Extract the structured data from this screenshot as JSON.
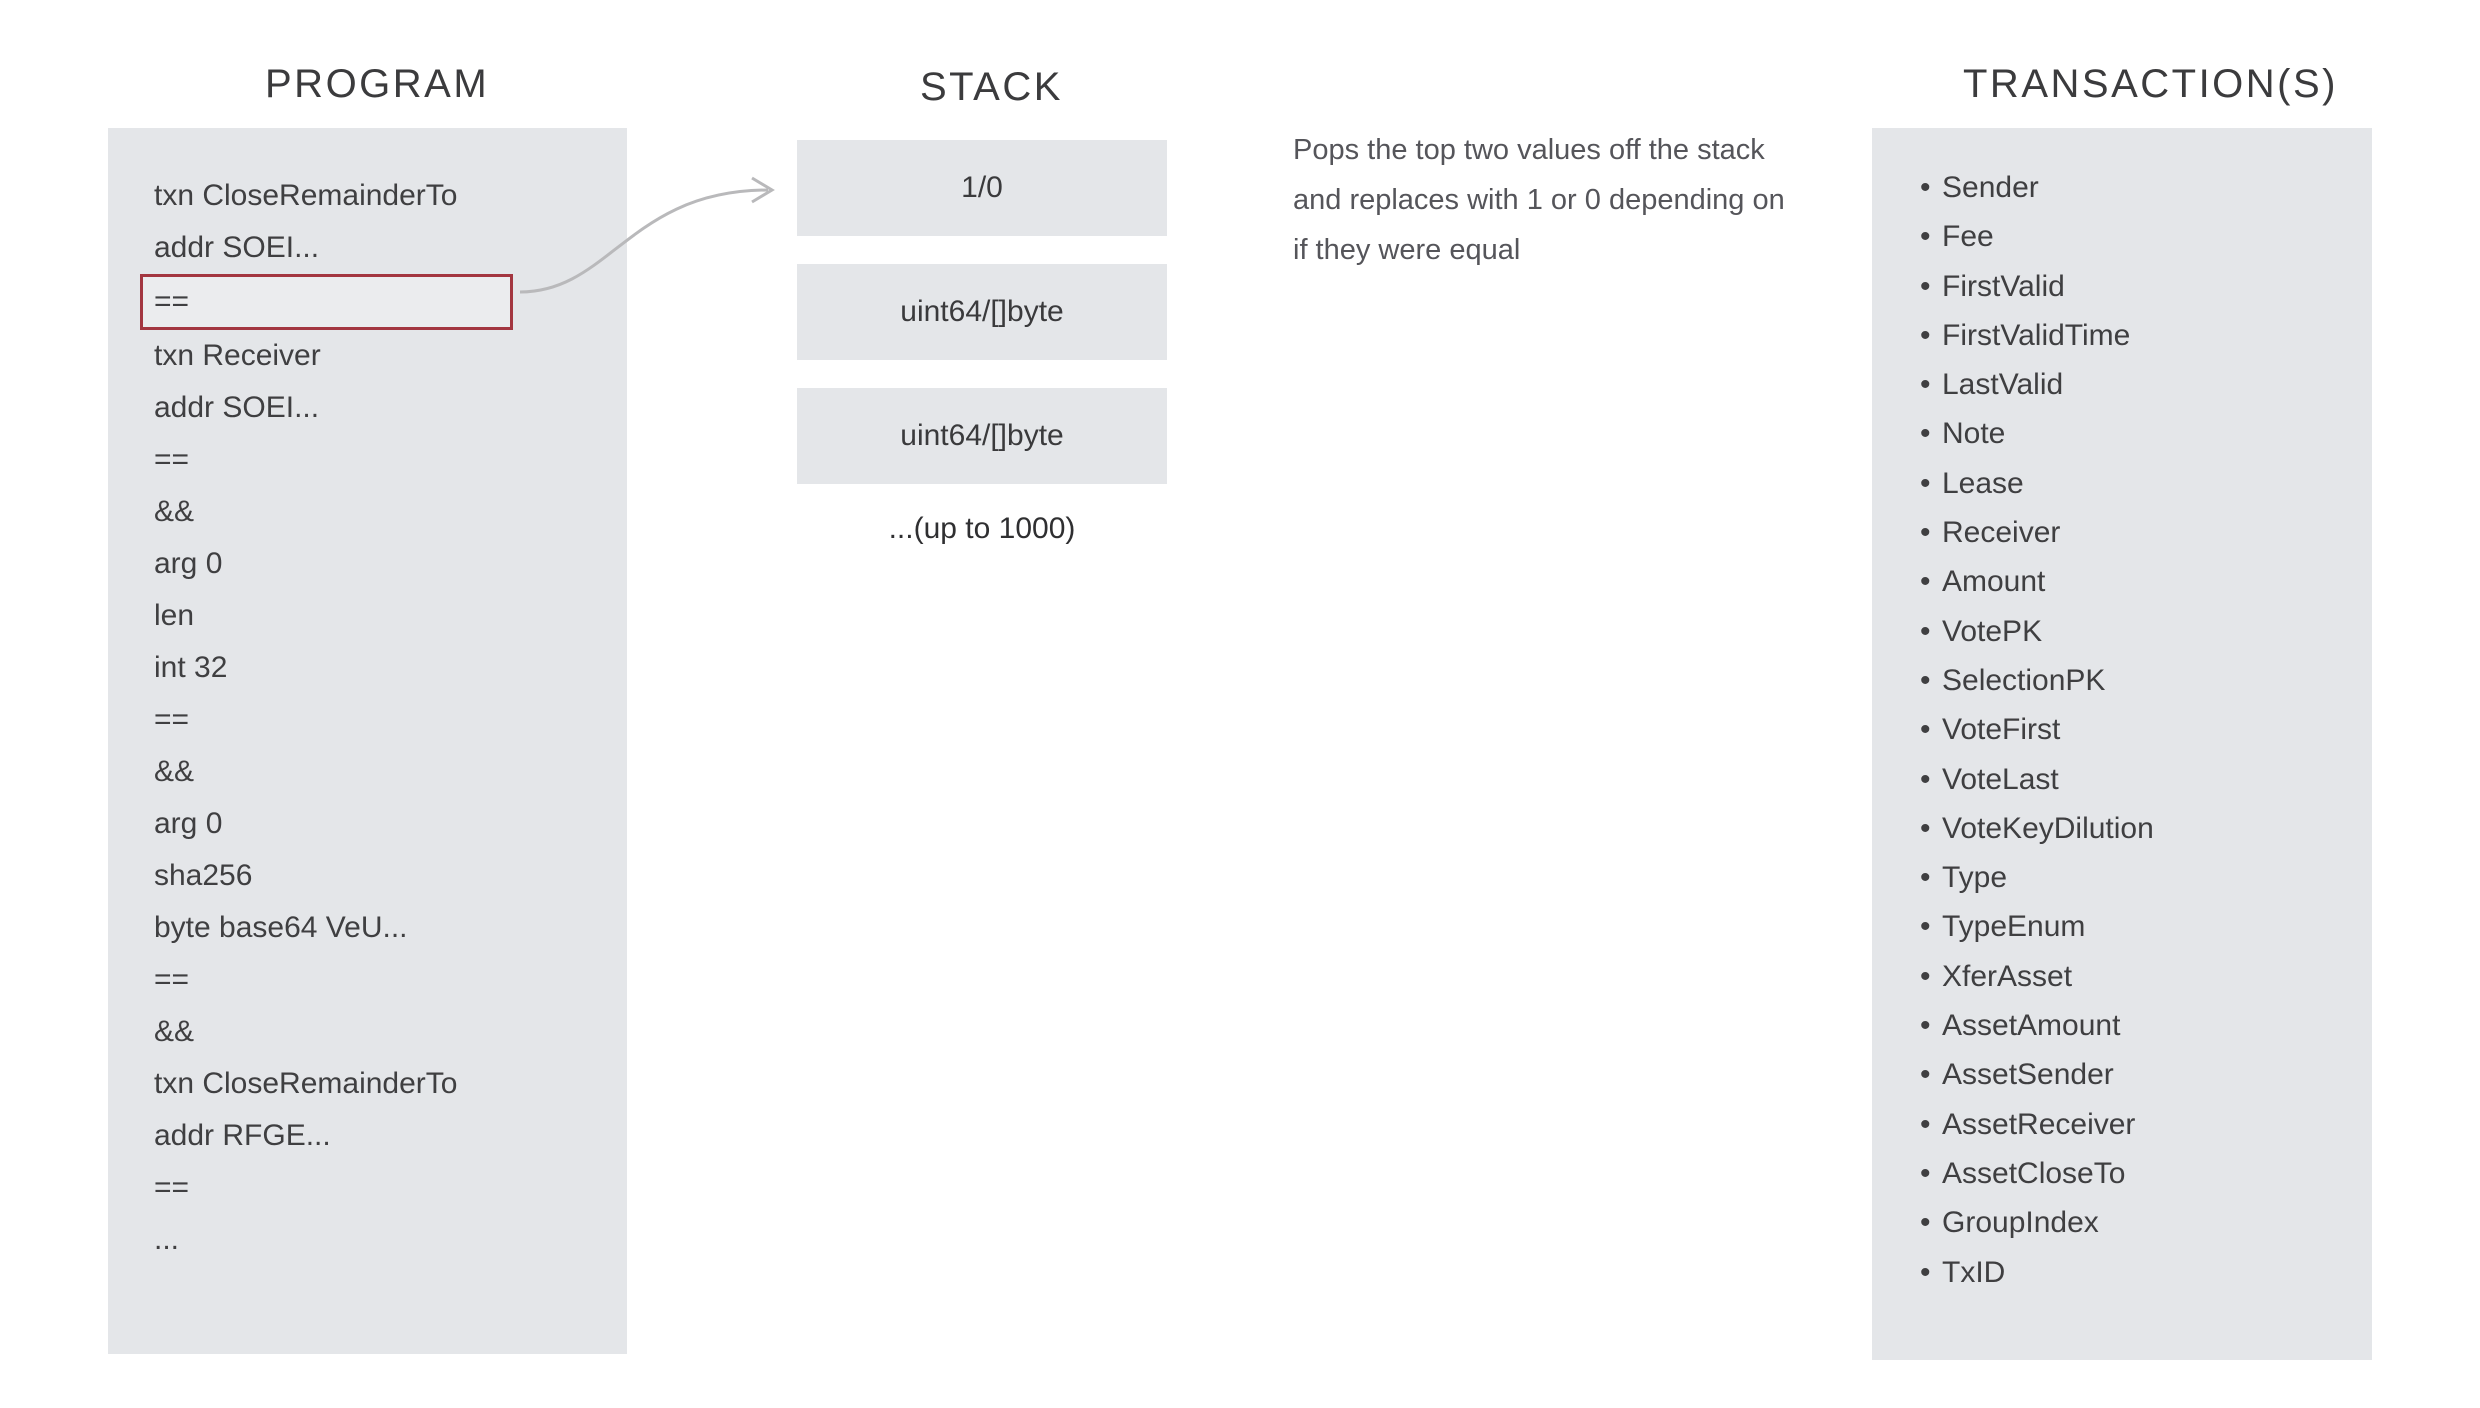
{
  "program": {
    "title": "PROGRAM",
    "rows": [
      {
        "text": "txn CloseRemainderTo",
        "highlighted": false
      },
      {
        "text": "addr SOEI...",
        "highlighted": false
      },
      {
        "text": "==",
        "highlighted": true
      },
      {
        "text": "txn Receiver",
        "highlighted": false
      },
      {
        "text": "addr SOEI...",
        "highlighted": false
      },
      {
        "text": "==",
        "highlighted": false
      },
      {
        "text": "&&",
        "highlighted": false
      },
      {
        "text": "arg 0",
        "highlighted": false
      },
      {
        "text": "len",
        "highlighted": false
      },
      {
        "text": "int 32",
        "highlighted": false
      },
      {
        "text": "==",
        "highlighted": false
      },
      {
        "text": "&&",
        "highlighted": false
      },
      {
        "text": "arg 0",
        "highlighted": false
      },
      {
        "text": "sha256",
        "highlighted": false
      },
      {
        "text": "byte base64 VeU...",
        "highlighted": false
      },
      {
        "text": "==",
        "highlighted": false
      },
      {
        "text": "&&",
        "highlighted": false
      },
      {
        "text": "txn CloseRemainderTo",
        "highlighted": false
      },
      {
        "text": "addr RFGE...",
        "highlighted": false
      },
      {
        "text": "==",
        "highlighted": false
      },
      {
        "text": "...",
        "highlighted": false
      }
    ],
    "highlight_color": "#a33640"
  },
  "stack": {
    "title": "STACK",
    "cells": [
      {
        "label": "1/0"
      },
      {
        "label": "uint64/[]byte"
      },
      {
        "label": "uint64/[]byte"
      }
    ],
    "more_label": "...(up to 1000)"
  },
  "connector": {
    "from": "program-row-highlighted",
    "to": "stack-cell-top",
    "color": "#b9b9bb",
    "style": "curved-arrow"
  },
  "description": {
    "text": "Pops the top two values off the stack and replaces with 1 or 0 depending on if they were equal"
  },
  "transactions": {
    "title": "TRANSACTION(S)",
    "bullet": "•",
    "fields": [
      "Sender",
      "Fee",
      "FirstValid",
      "FirstValidTime",
      "LastValid",
      "Note",
      "Lease",
      "Receiver",
      "Amount",
      "VotePK",
      "SelectionPK",
      "VoteFirst",
      "VoteLast",
      "VoteKeyDilution",
      "Type",
      "TypeEnum",
      "XferAsset",
      "AssetAmount",
      "AssetSender",
      "AssetReceiver",
      "AssetCloseTo",
      "GroupIndex",
      "TxID"
    ]
  },
  "colors": {
    "panel_background": "#e4e6e9",
    "page_background": "#ffffff",
    "text": "#3f3f41",
    "highlight_border": "#a33640",
    "arrow": "#b9b9bb"
  }
}
